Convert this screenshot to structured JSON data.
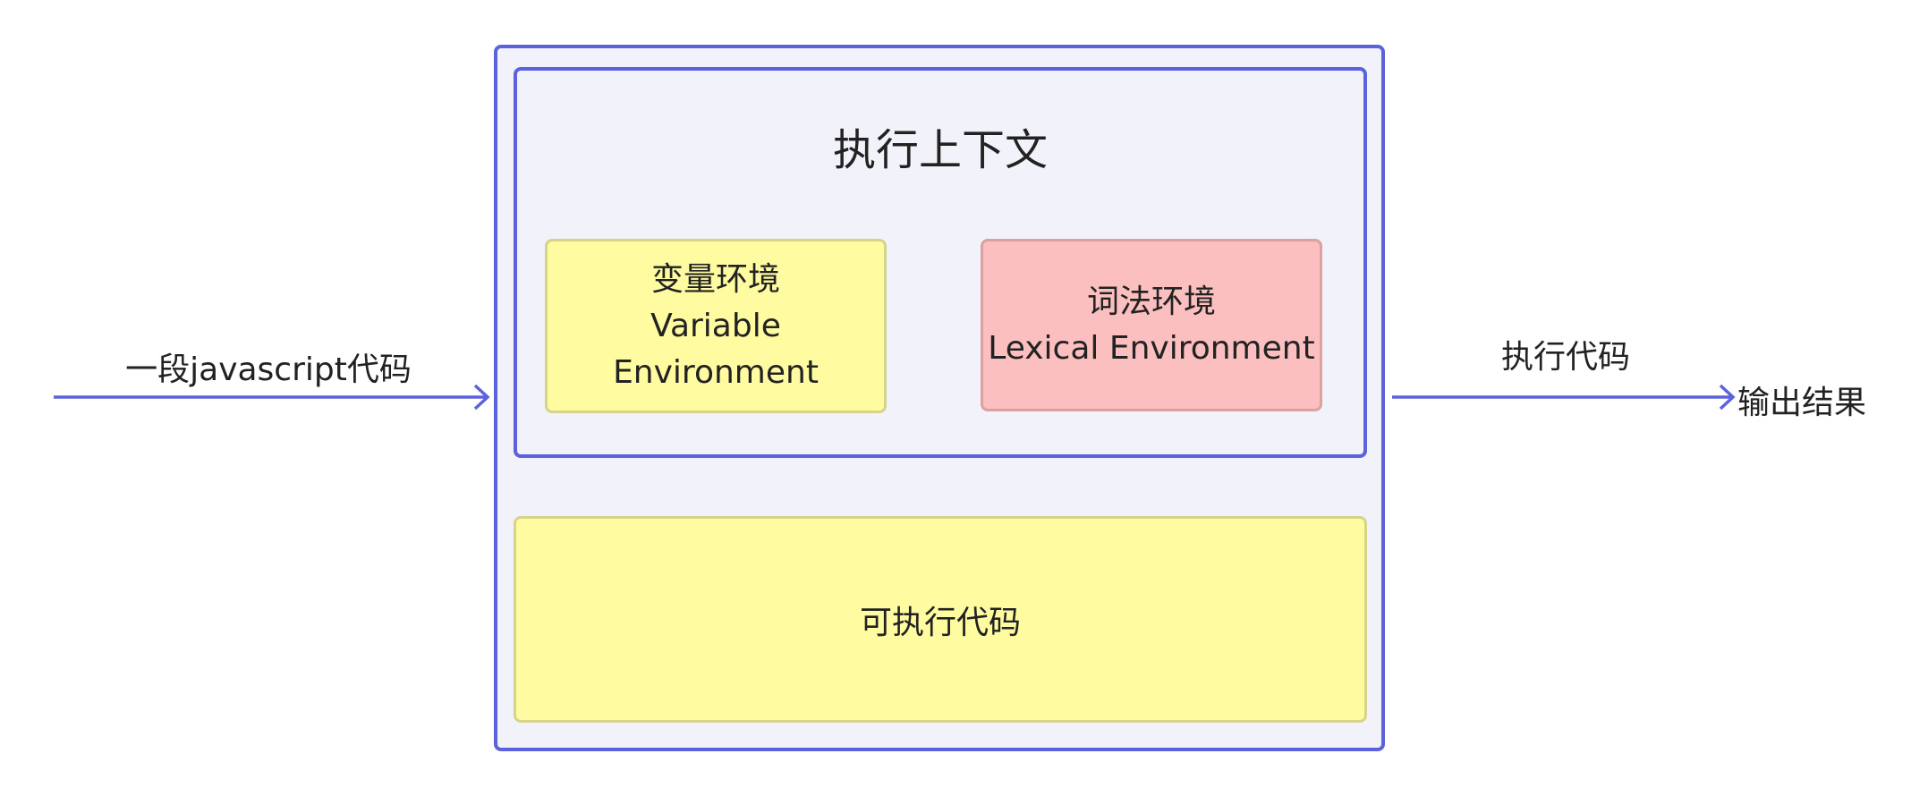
{
  "context": {
    "title": "执行上下文"
  },
  "variable_environment": {
    "line1": "变量环境",
    "line2": "Variable",
    "line3": "Environment"
  },
  "lexical_environment": {
    "line1": "词法环境",
    "line2": "Lexical Environment"
  },
  "executable_code": {
    "label": "可执行代码"
  },
  "input": {
    "label": "一段javascript代码"
  },
  "execute": {
    "label": "执行代码"
  },
  "output": {
    "label": "输出结果"
  },
  "colors": {
    "accent": "#5b62dc",
    "container_fill": "#f2f2fb",
    "yellow_fill": "#fffba0",
    "pink_fill": "#fbbfbf"
  }
}
